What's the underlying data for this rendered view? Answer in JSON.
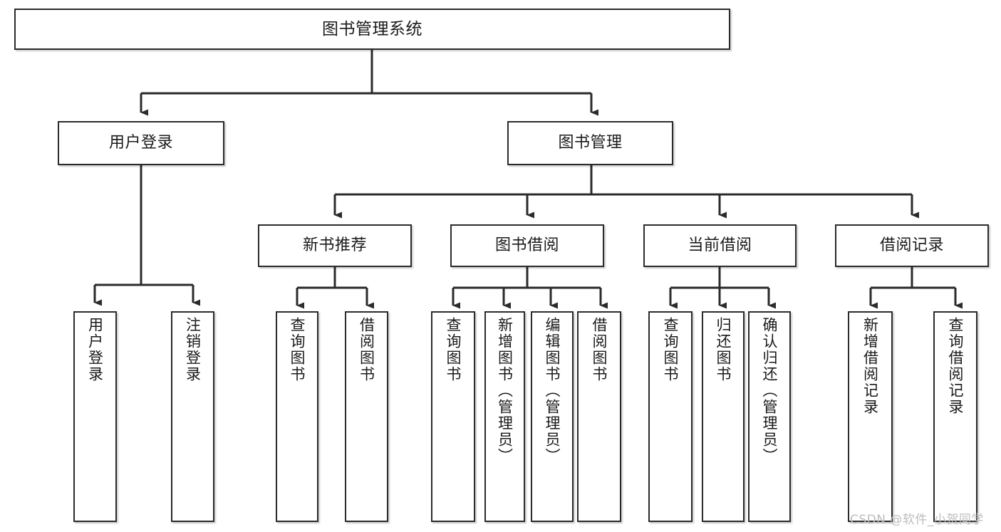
{
  "diagram": {
    "title": "图书管理系统",
    "type": "hierarchy-tree",
    "colors": {
      "stroke": "#2b2b2b",
      "fill": "#ffffff",
      "text": "#1a1a1a",
      "watermark": "#bdbdbd"
    },
    "levels": {
      "root": {
        "label": "图书管理系统"
      },
      "level2": [
        {
          "label": "用户登录"
        },
        {
          "label": "图书管理"
        }
      ],
      "level3": [
        {
          "label": "新书推荐"
        },
        {
          "label": "图书借阅"
        },
        {
          "label": "当前借阅"
        },
        {
          "label": "借阅记录"
        }
      ],
      "leaves": {
        "user_login": [
          {
            "label": "用户登录"
          },
          {
            "label": "注销登录"
          }
        ],
        "new_book_recommend": [
          {
            "label": "查询图书"
          },
          {
            "label": "借阅图书"
          }
        ],
        "book_borrow": [
          {
            "label": "查询图书"
          },
          {
            "label": "新增图书（管理员）"
          },
          {
            "label": "编辑图书（管理员）"
          },
          {
            "label": "借阅图书"
          }
        ],
        "current_borrow": [
          {
            "label": "查询图书"
          },
          {
            "label": "归还图书"
          },
          {
            "label": "确认归还（管理员）"
          }
        ],
        "borrow_record": [
          {
            "label": "新增借阅记录"
          },
          {
            "label": "查询借阅记录"
          }
        ]
      }
    }
  },
  "watermark": {
    "text": "CSDN @软件_小贺同学"
  }
}
